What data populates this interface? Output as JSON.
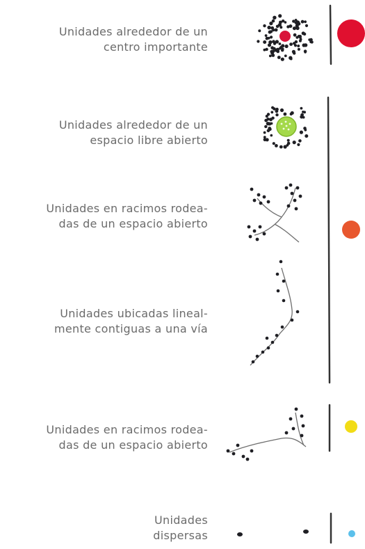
{
  "patterns": [
    {
      "id": "central-core",
      "lines": [
        "Unidades alrededor de un",
        "centro importante"
      ],
      "center_color": "#d9143a",
      "marker_color": "#e0102f"
    },
    {
      "id": "open-space",
      "lines": [
        "Unidades alrededor de un",
        "espacio libre abierto"
      ],
      "center_color": "#a4d94a"
    },
    {
      "id": "clusters-a",
      "lines": [
        "Unidades en racimos rodea-",
        "das de un espacio abierto"
      ]
    },
    {
      "id": "linear",
      "lines": [
        "Unidades ubicadas lineal-",
        "mente contiguas a una vía"
      ],
      "marker_color": "#e8572e"
    },
    {
      "id": "clusters-b",
      "lines": [
        "Unidades en racimos rodea-",
        "das de un espacio abierto"
      ],
      "marker_color": "#f2dc16"
    },
    {
      "id": "dispersed",
      "lines": [
        "Unidades",
        "dispersas"
      ],
      "marker_color": "#5bc0eb"
    }
  ],
  "dot_color": "#1f1f24",
  "stroke_color": "#6e6e6e"
}
